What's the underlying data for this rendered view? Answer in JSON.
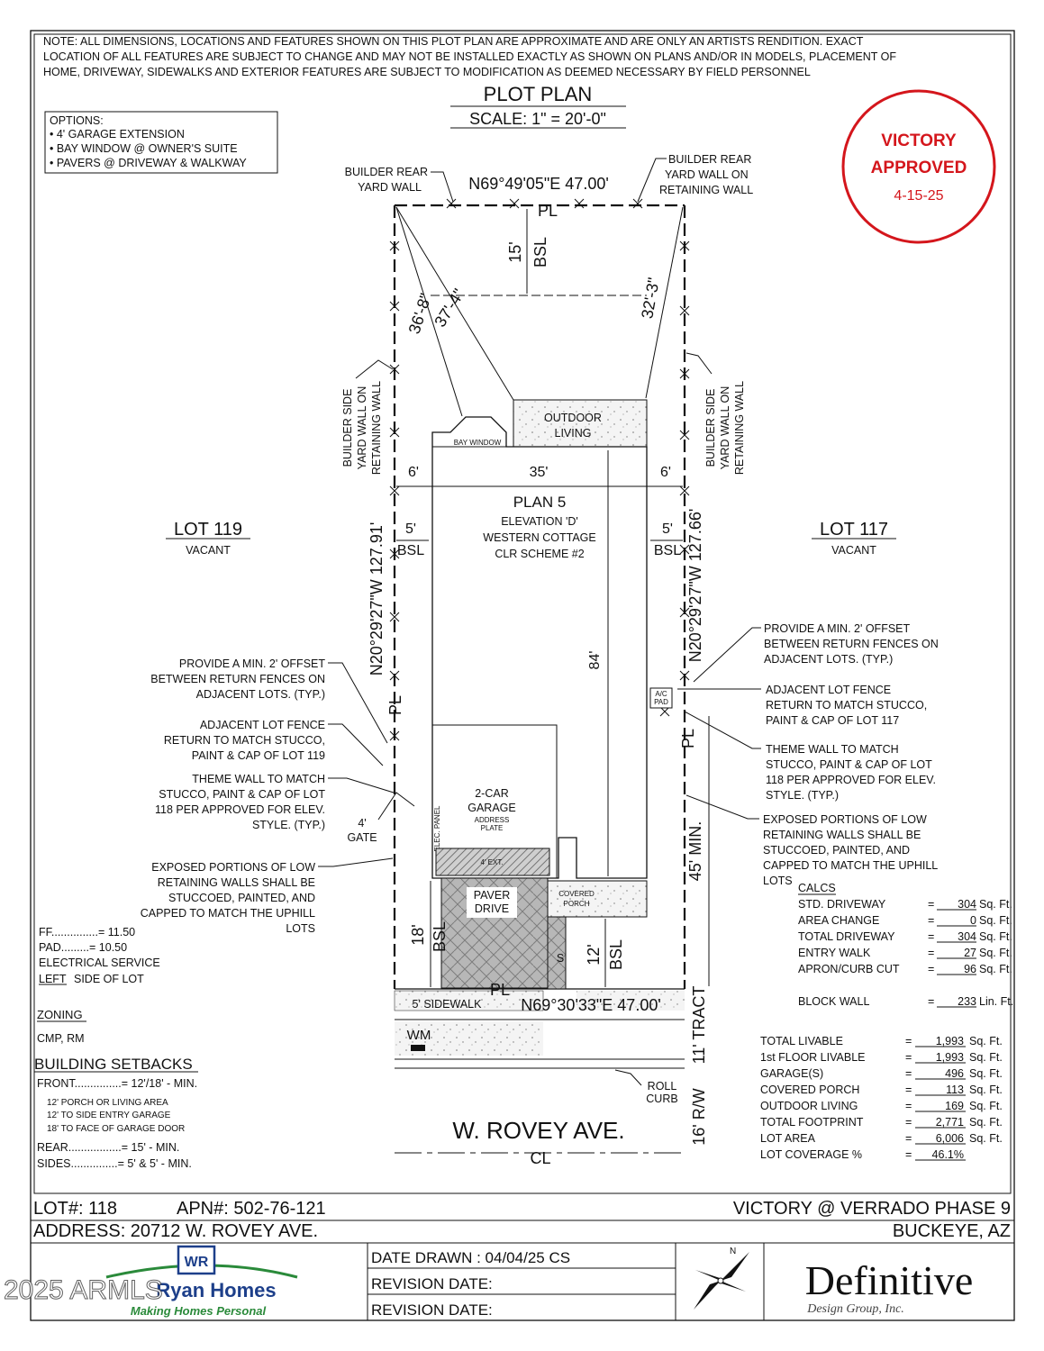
{
  "note": [
    "NOTE: ALL DIMENSIONS, LOCATIONS AND FEATURES SHOWN ON THIS PLOT PLAN ARE APPROXIMATE AND ARE ONLY AN ARTISTS RENDITION. EXACT",
    "LOCATION OF ALL FEATURES ARE SUBJECT TO CHANGE AND MAY NOT BE INSTALLED EXACTLY AS SHOWN ON PLANS AND/OR IN MODELS, PLACEMENT OF",
    "HOME, DRIVEWAY, SIDEWALKS AND EXTERIOR FEATURES ARE SUBJECT TO MODIFICATION AS DEEMED NECESSARY BY FIELD PERSONNEL"
  ],
  "title": "PLOT PLAN",
  "scale": "SCALE: 1\" = 20'-0\"",
  "options": {
    "heading": "OPTIONS:",
    "items": [
      "• 4' GARAGE EXTENSION",
      "• BAY WINDOW @ OWNER'S SUITE",
      "• PAVERS @ DRIVEWAY & WALKWAY"
    ]
  },
  "stamp": {
    "line1": "VICTORY",
    "line2": "APPROVED",
    "date": "4-15-25",
    "color": "#d4161c"
  },
  "labels": {
    "builder_rear_left": [
      "BUILDER REAR",
      "YARD WALL"
    ],
    "builder_rear_right": [
      "BUILDER REAR",
      "YARD WALL ON",
      "RETAINING WALL"
    ],
    "rear_bearing": "N69°49'05\"E 47.00'",
    "front_bearing": "N69°30'33\"E 47.00'",
    "left_bearing": "N20°29'27\"W 127.91'",
    "right_bearing": "N20°29'27\"W 127.66'",
    "pl": "PL",
    "cl": "CL",
    "rear_setback": "15'",
    "bsl": "BSL",
    "diag1": "36'-8\"",
    "diag2": "37'-4\"",
    "diag3": "32'-3\"",
    "side_wall_left": [
      "BUILDER SIDE",
      "YARD WALL ON",
      "RETAINING WALL"
    ],
    "side_wall_right": [
      "BUILDER SIDE",
      "YARD WALL ON",
      "RETAINING WALL"
    ],
    "outdoor_living": [
      "OUTDOOR",
      "LIVING"
    ],
    "bay_window": "BAY WINDOW",
    "six_left": "6'",
    "six_right": "6'",
    "width_35": "35'",
    "five_left": "5'",
    "five_right": "5'",
    "plan": "PLAN 5",
    "elevation": "ELEVATION 'D'",
    "style": "WESTERN COTTAGE",
    "scheme": "CLR SCHEME #2",
    "depth_84": "84'",
    "lot_left": "LOT 119",
    "lot_right": "LOT 117",
    "vacant": "VACANT",
    "ac_pad": [
      "A/C",
      "PAD"
    ],
    "offset_left": [
      "PROVIDE A MIN. 2' OFFSET",
      "BETWEEN RETURN FENCES ON",
      "ADJACENT LOTS. (TYP.)"
    ],
    "offset_right": [
      "PROVIDE A MIN. 2' OFFSET",
      "BETWEEN RETURN FENCES ON",
      "ADJACENT LOTS. (TYP.)"
    ],
    "fence_left": [
      "ADJACENT LOT FENCE",
      "RETURN TO MATCH STUCCO,",
      "PAINT & CAP OF LOT 119"
    ],
    "fence_right": [
      "ADJACENT LOT FENCE",
      "RETURN TO MATCH STUCCO,",
      "PAINT & CAP OF LOT 117"
    ],
    "theme_left": [
      "THEME WALL TO MATCH",
      "STUCCO, PAINT & CAP OF LOT",
      "118 PER APPROVED FOR ELEV.",
      "STYLE. (TYP.)"
    ],
    "theme_right": [
      "THEME WALL TO MATCH",
      "STUCCO, PAINT & CAP OF LOT",
      "118 PER APPROVED FOR ELEV.",
      "STYLE. (TYP.)"
    ],
    "gate": [
      "4'",
      "GATE"
    ],
    "garage": [
      "2-CAR",
      "GARAGE"
    ],
    "address_plate": [
      "ADDRESS",
      "PLATE"
    ],
    "elec_panel": "ELEC. PANEL",
    "ext": "4' EXT.",
    "paver": [
      "PAVER",
      "DRIVE"
    ],
    "covered_porch": [
      "COVERED",
      "PORCH"
    ],
    "exposed_left": [
      "EXPOSED PORTIONS OF LOW",
      "RETAINING WALLS SHALL BE",
      "STUCCOED, PAINTED, AND",
      "CAPPED TO MATCH THE UPHILL",
      "LOTS"
    ],
    "exposed_right": [
      "EXPOSED PORTIONS OF LOW",
      "RETAINING WALLS SHALL BE",
      "STUCCOED, PAINTED, AND",
      "CAPPED TO MATCH THE UPHILL",
      "LOTS"
    ],
    "min45": "45' MIN.",
    "front18": "18'",
    "front12": "12'",
    "s": "S",
    "sidewalk": "5' SIDEWALK",
    "wm": "WM",
    "tract": "11' TRACT",
    "roll_curb": [
      "ROLL",
      "CURB"
    ],
    "rw": "16' R/W",
    "street": "W. ROVEY AVE."
  },
  "elevations": {
    "ff": "FF...............= 11.50",
    "pad": "PAD.........= 10.50",
    "elec": "ELECTRICAL SERVICE",
    "side_u": "LEFT",
    "side": " SIDE OF LOT"
  },
  "zoning": {
    "heading": "ZONING",
    "value": "CMP, RM"
  },
  "setbacks": {
    "heading": "BUILDING SETBACKS",
    "front": "FRONT...............= 12'/18' - MIN.",
    "notes": [
      "12' PORCH OR LIVING AREA",
      "12' TO SIDE ENTRY GARAGE",
      "18' TO FACE OF GARAGE DOOR"
    ],
    "rear": "REAR.................= 15' - MIN.",
    "sides": "SIDES...............= 5' & 5' - MIN."
  },
  "calcs": {
    "heading": "CALCS",
    "rows": [
      {
        "label": "STD. DRIVEWAY",
        "value": "304",
        "unit": "Sq. Ft."
      },
      {
        "label": "AREA CHANGE",
        "value": "0",
        "unit": "Sq. Ft."
      },
      {
        "label": "TOTAL DRIVEWAY",
        "value": "304",
        "unit": "Sq. Ft."
      },
      {
        "label": "ENTRY WALK",
        "value": "27",
        "unit": "Sq. Ft."
      },
      {
        "label": "APRON/CURB CUT",
        "value": "96",
        "unit": "Sq. Ft."
      }
    ],
    "block": {
      "label": "BLOCK WALL",
      "value": "233",
      "unit": "Lin. Ft."
    }
  },
  "totals": [
    {
      "label": "TOTAL LIVABLE",
      "value": "1,993",
      "unit": "Sq. Ft."
    },
    {
      "label": "1st FLOOR LIVABLE",
      "value": "1,993",
      "unit": "Sq. Ft."
    },
    {
      "label": "GARAGE(S)",
      "value": "496",
      "unit": "Sq. Ft."
    },
    {
      "label": "COVERED PORCH",
      "value": "113",
      "unit": "Sq. Ft."
    },
    {
      "label": "OUTDOOR LIVING",
      "value": "169",
      "unit": "Sq. Ft."
    },
    {
      "label": "TOTAL FOOTPRINT",
      "value": "2,771",
      "unit": "Sq. Ft."
    },
    {
      "label": "LOT AREA",
      "value": "6,006",
      "unit": "Sq. Ft."
    },
    {
      "label": "LOT COVERAGE %",
      "value": "46.1%",
      "unit": ""
    }
  ],
  "footer": {
    "lot": "LOT#: 118",
    "apn": "APN#: 502-76-121",
    "project": "VICTORY @ VERRADO PHASE 9",
    "address": "ADDRESS: 20712 W. ROVEY AVE.",
    "city": "BUCKEYE, AZ",
    "date_drawn": "DATE DRAWN  : 04/04/25 CS",
    "revision1": "REVISION DATE:",
    "revision2": "REVISION DATE:",
    "builder_logo": "WR",
    "builder_name": "Ryan Homes",
    "builder_tag": "Making Homes Personal",
    "watermark": "2025 ARMLS",
    "north": "N",
    "designer": "Definitive",
    "designer_sub": "Design Group, Inc."
  }
}
